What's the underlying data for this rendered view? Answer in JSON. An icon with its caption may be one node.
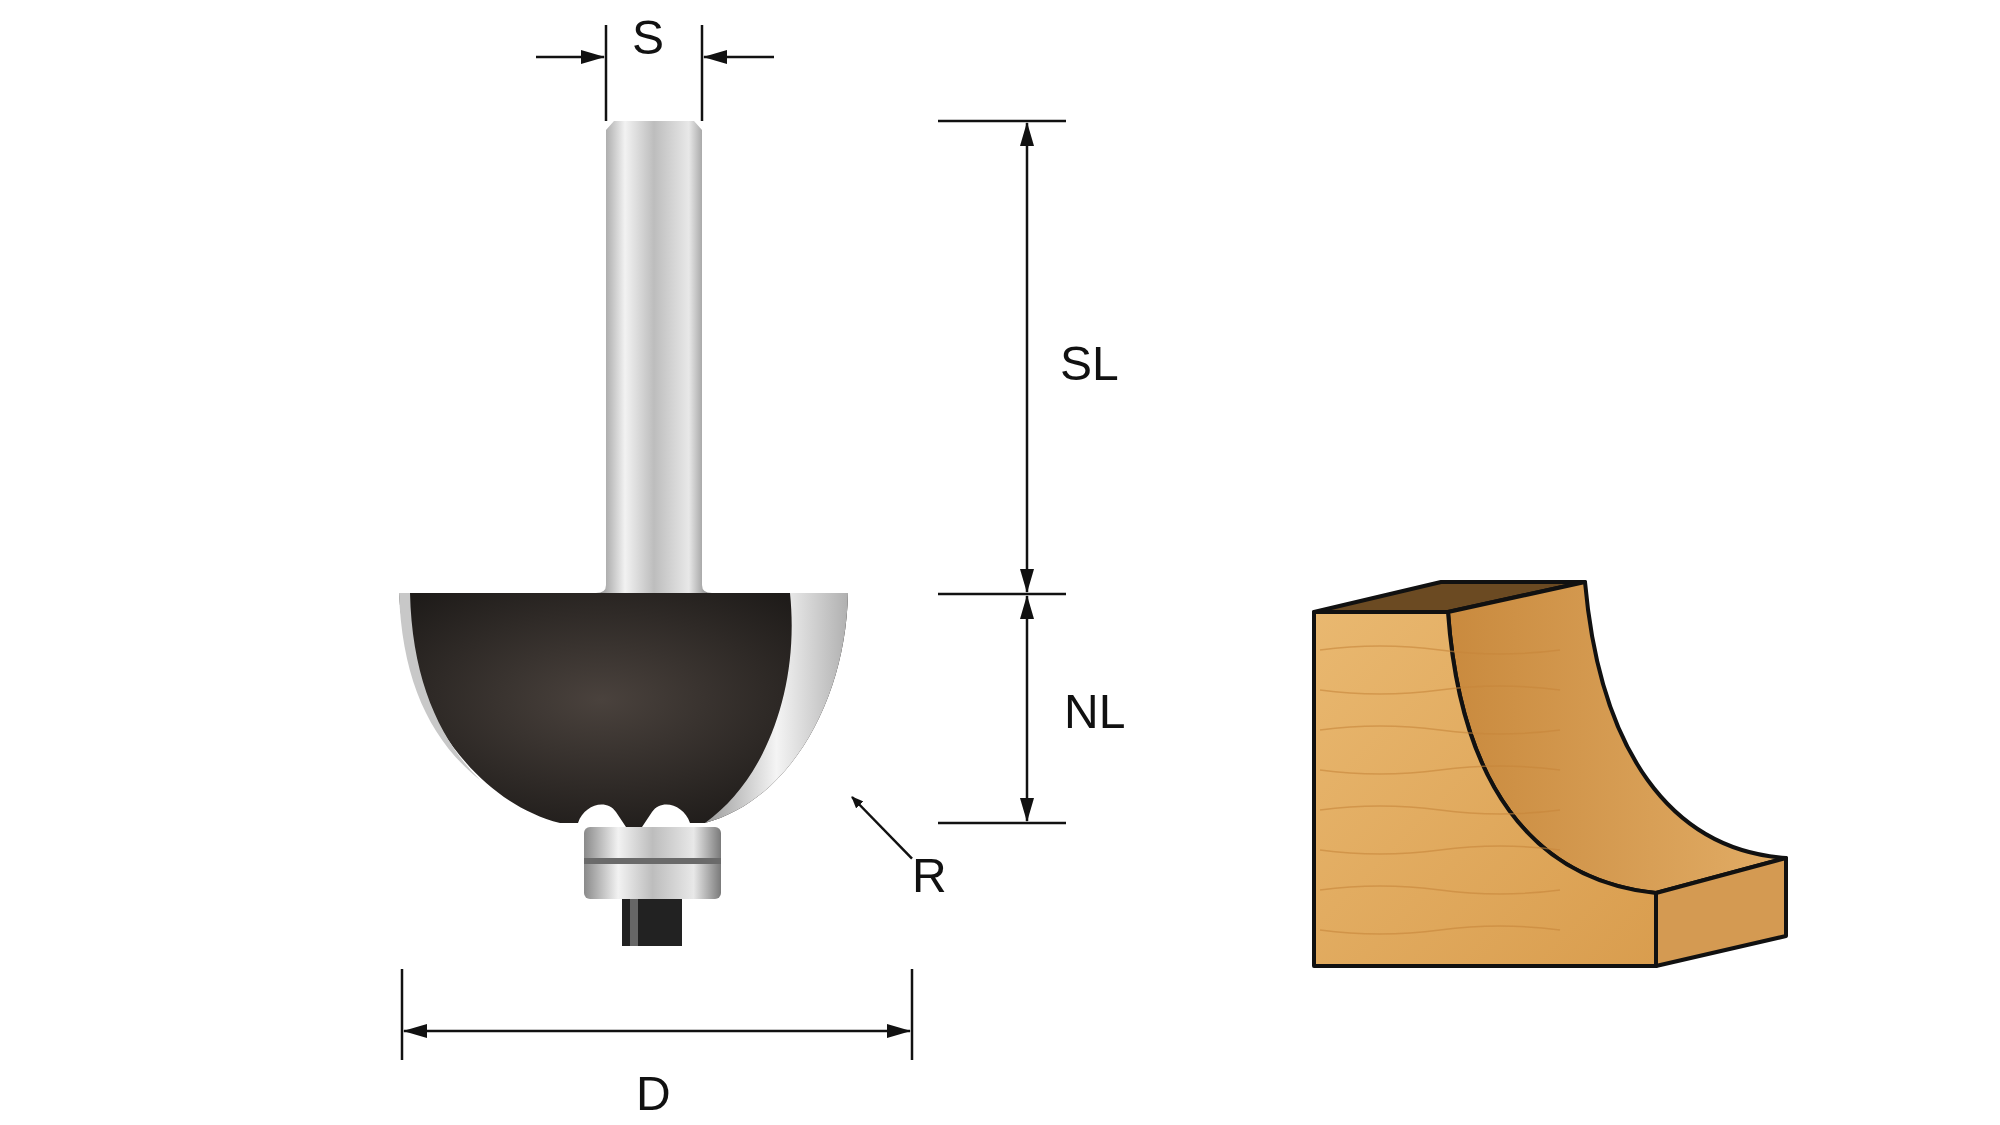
{
  "diagram": {
    "nodes": [
      {
        "text": [
          "R"
        ]
      },
      {
        "text": [],
        "shape": "picture"
      }
    ],
    "edges": [
      {
        "from": 0,
        "to": 1,
        "arrow": "to"
      }
    ],
    "labels": [
      "S",
      "SL",
      "NL",
      "D"
    ]
  }
}
